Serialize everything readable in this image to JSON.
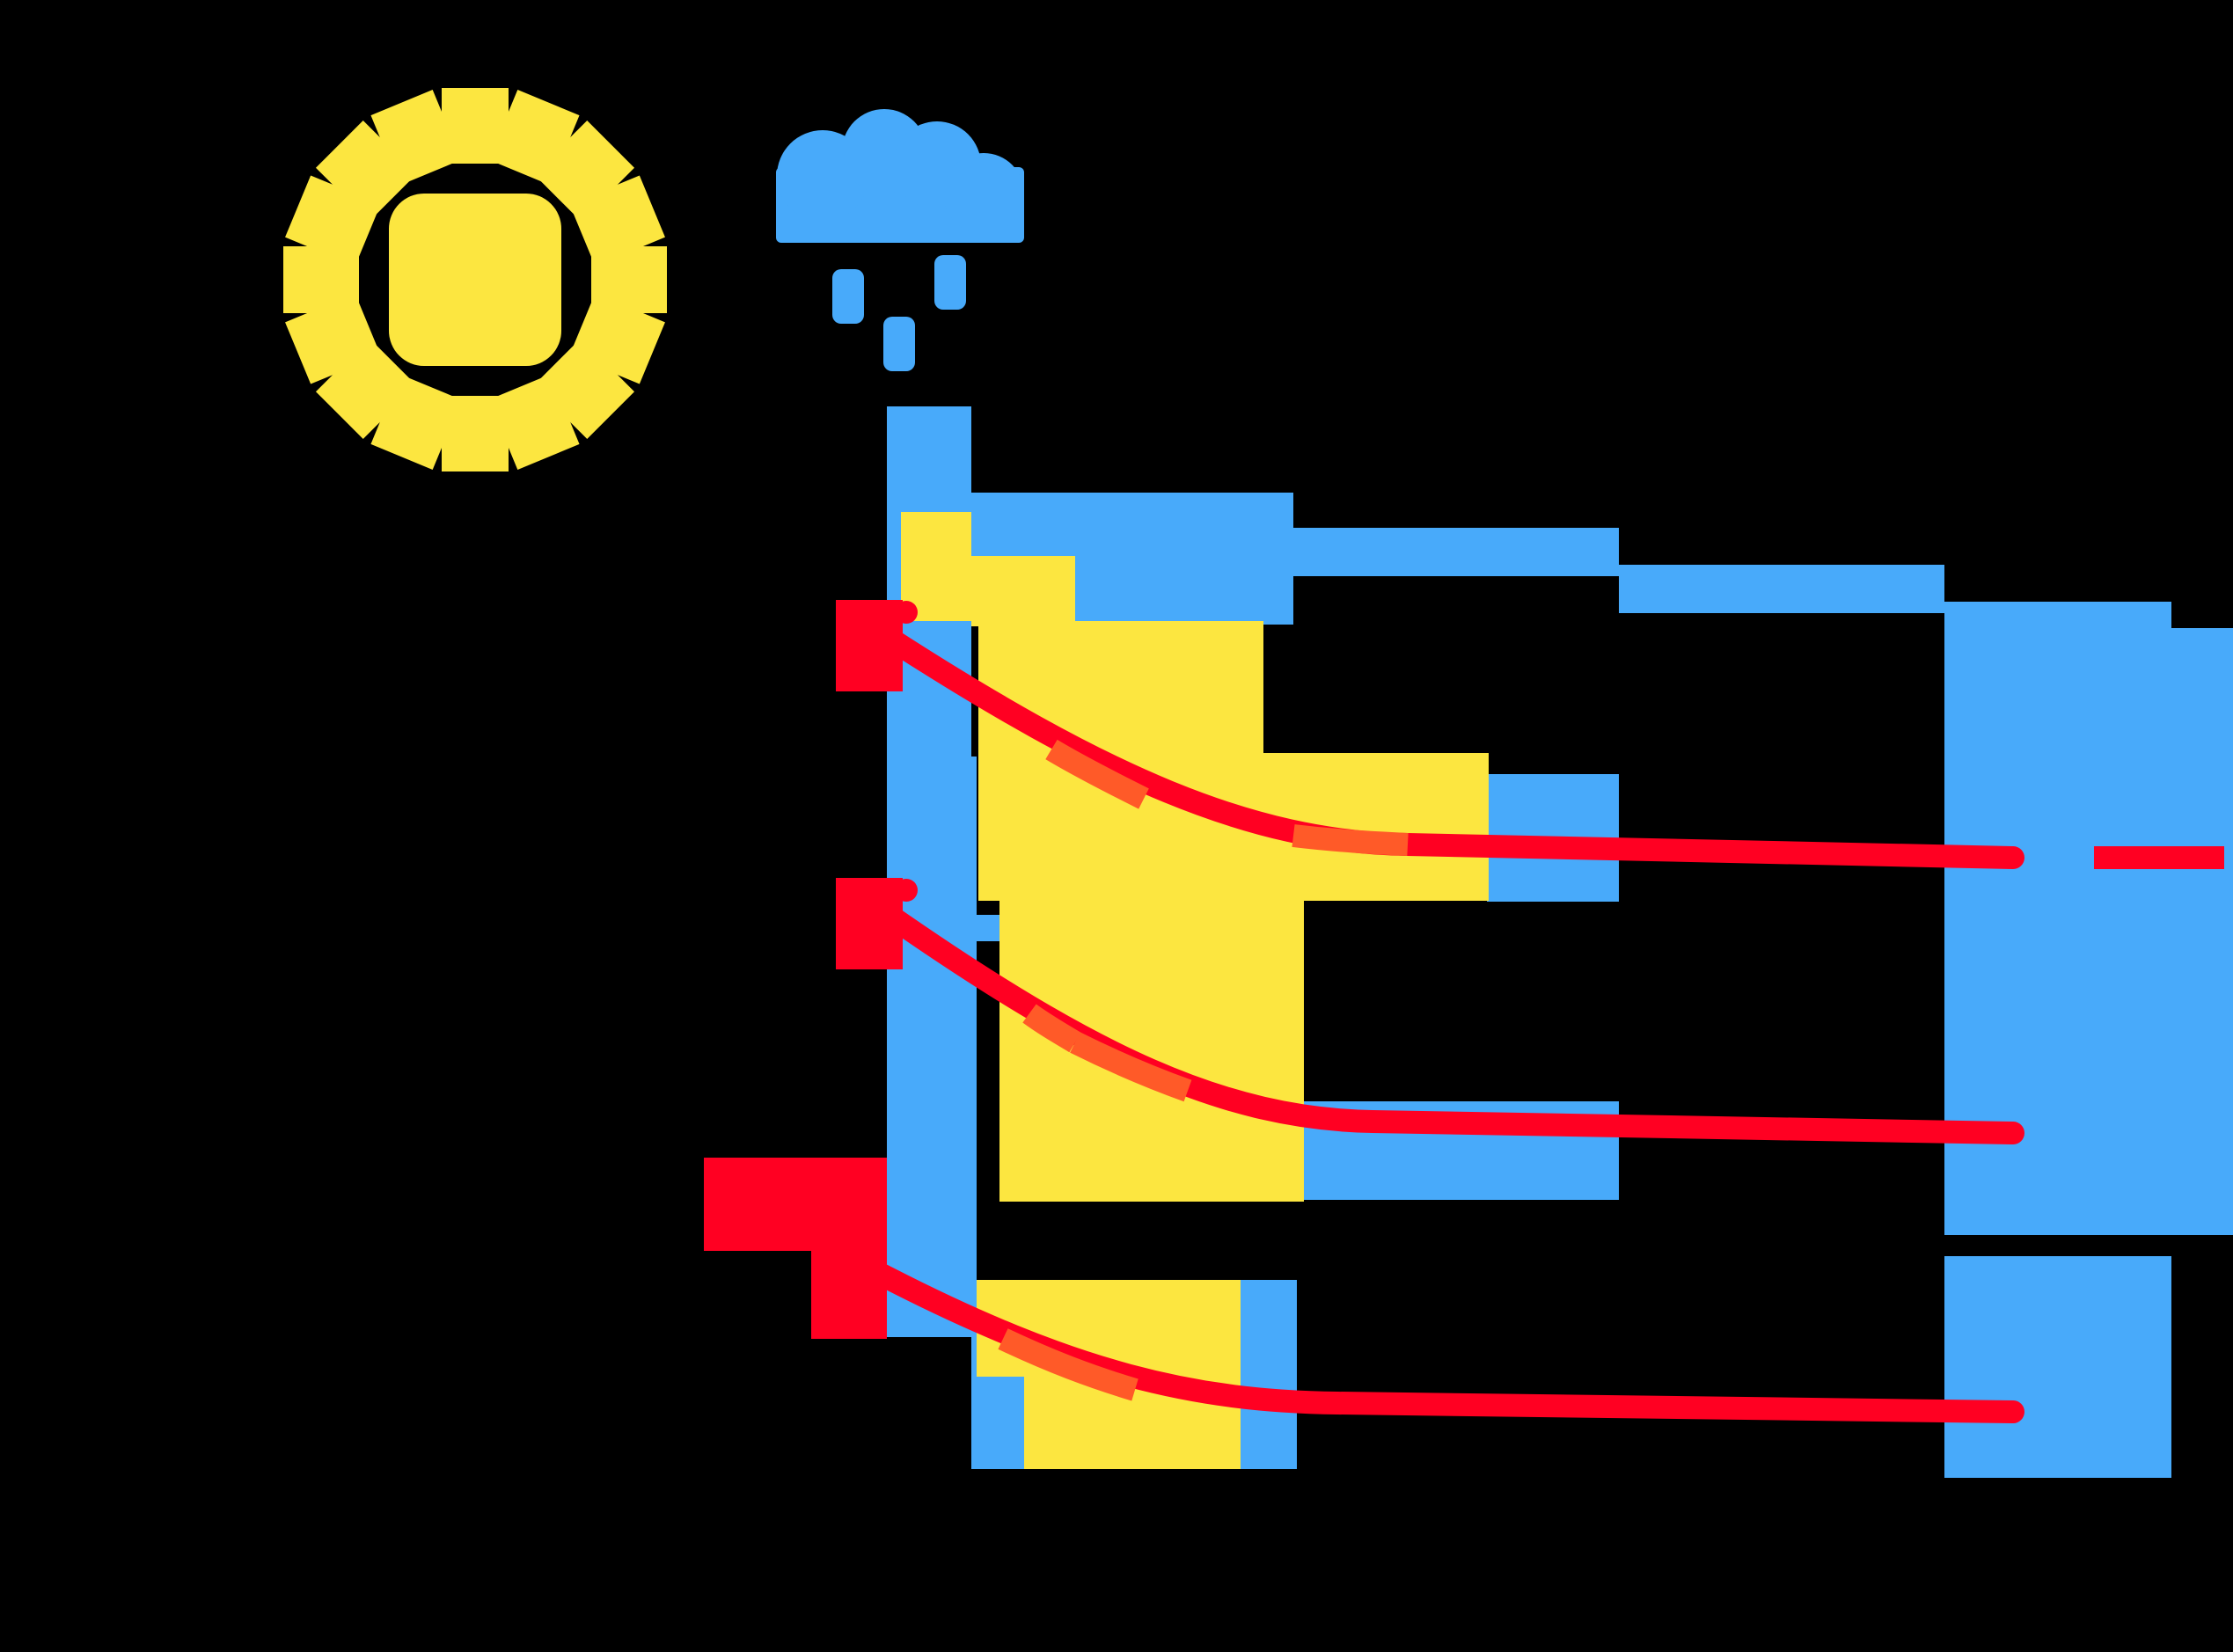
{
  "colors": {
    "background": "#000000",
    "sun": "#FCE640",
    "rain": "#48AAFA",
    "arrow": "#FF0022",
    "arrow_overlap": "#FF5A28"
  },
  "icons": {
    "sun": "sun-icon",
    "rain": "rain-cloud-icon"
  },
  "rows": [
    {
      "name": "top-row"
    },
    {
      "name": "middle-row"
    },
    {
      "name": "bottom-row"
    }
  ]
}
